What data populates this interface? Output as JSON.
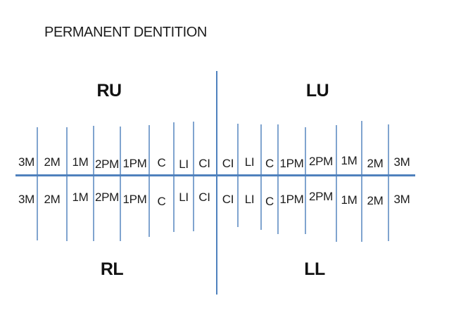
{
  "slide": {
    "title": "PERMANENT DENTITION"
  },
  "quadrant_labels": {
    "ru": "RU",
    "lu": "LU",
    "rl": "RL",
    "ll": "LL"
  },
  "tooth_labels": {
    "ru": [
      "3M",
      "2M",
      "1M",
      "2PM",
      "1PM",
      "C",
      "LI",
      "CI"
    ],
    "lu": [
      "CI",
      "LI",
      "C",
      "1PM",
      "2PM",
      "1M",
      "2M",
      "3M"
    ],
    "rl": [
      "3M",
      "2M",
      "1M",
      "2PM",
      "1PM",
      "C",
      "LI",
      "CI"
    ],
    "ll": [
      "CI",
      "LI",
      "C",
      "1PM",
      "2PM",
      "1M",
      "2M",
      "3M"
    ]
  },
  "colors": {
    "line": "#4f81bd",
    "text": "#1c1c1c"
  }
}
